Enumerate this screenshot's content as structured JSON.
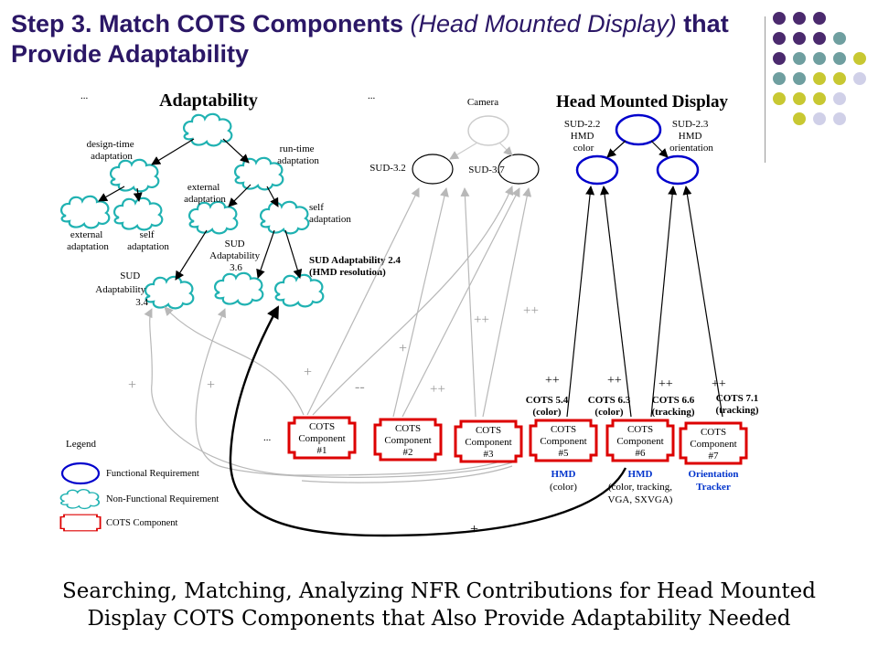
{
  "title": {
    "part1": "Step 3. Match COTS Components ",
    "part2": "(Head Mounted Display)",
    "part3": " that Provide Adaptability"
  },
  "adaptability": {
    "heading": "Adaptability",
    "dots_left": "...",
    "dots_right": "...",
    "design_time": [
      "design-time",
      "adaptation"
    ],
    "run_time": [
      "run-time",
      "adaptation"
    ],
    "external_mid": [
      "external",
      "adaptation"
    ],
    "self_mid": [
      "self",
      "adaptation"
    ],
    "external_low": [
      "external",
      "adaptation"
    ],
    "self_low": [
      "self",
      "adaptation"
    ],
    "sud36": [
      "SUD",
      "Adaptability",
      "3.6"
    ],
    "sud34": [
      "SUD",
      "Adaptability",
      "3.4"
    ],
    "sud24": [
      "SUD Adaptability 2.4",
      "(HMD resolution)"
    ]
  },
  "camera": {
    "label": "Camera",
    "sud32": "SUD-3.2",
    "sud37": "SUD-3.7"
  },
  "hmd": {
    "heading": "Head Mounted Display",
    "sud22": [
      "SUD-2.2",
      "HMD",
      "color"
    ],
    "sud23": [
      "SUD-2.3",
      "HMD",
      "orientation"
    ]
  },
  "contributions": {
    "plus": "+",
    "plusplus": "++",
    "minusminus": "--"
  },
  "components": [
    {
      "label": [
        "COTS",
        "Component",
        "#1"
      ]
    },
    {
      "label": [
        "COTS",
        "Component",
        "#2"
      ]
    },
    {
      "label": [
        "COTS",
        "Component",
        "#3"
      ]
    },
    {
      "label": [
        "COTS",
        "Component",
        "#5"
      ],
      "tag": [
        "COTS 5.4",
        "(color)"
      ]
    },
    {
      "label": [
        "COTS",
        "Component",
        "#6"
      ],
      "tag": [
        "COTS 6.3",
        "(color)"
      ]
    },
    {
      "label": [
        "COTS",
        "Component",
        "#7"
      ],
      "tag": [
        "COTS 7.1",
        "(tracking)"
      ]
    }
  ],
  "tag66": [
    "COTS 6.6",
    "(tracking)"
  ],
  "dots_components": "...",
  "products": {
    "p5": [
      "HMD",
      "(color)"
    ],
    "p6": [
      "HMD",
      "(color, tracking,",
      "VGA, SXVGA)"
    ],
    "p7": [
      "Orientation",
      "Tracker"
    ]
  },
  "legend": {
    "title": "Legend",
    "functional": "Functional Requirement",
    "nonfunctional": "Non-Functional Requirement",
    "cots": "COTS Component"
  },
  "caption": {
    "line1": "Searching, Matching, Analyzing NFR Contributions for Head Mounted",
    "line2": "Display COTS Components that Also Provide Adaptability Needed"
  },
  "colors": {
    "title": "#2b1766",
    "cloud": "#20b2b2",
    "functional": "#0000cc",
    "cots": "#dd0000",
    "product": "#0033cc",
    "light_arrow": "#b8b8b8",
    "dot_purple": "#4b2a6e",
    "dot_teal": "#6f9fa0",
    "dot_olive": "#c8c832",
    "dot_lavender": "#d0d0e8"
  }
}
